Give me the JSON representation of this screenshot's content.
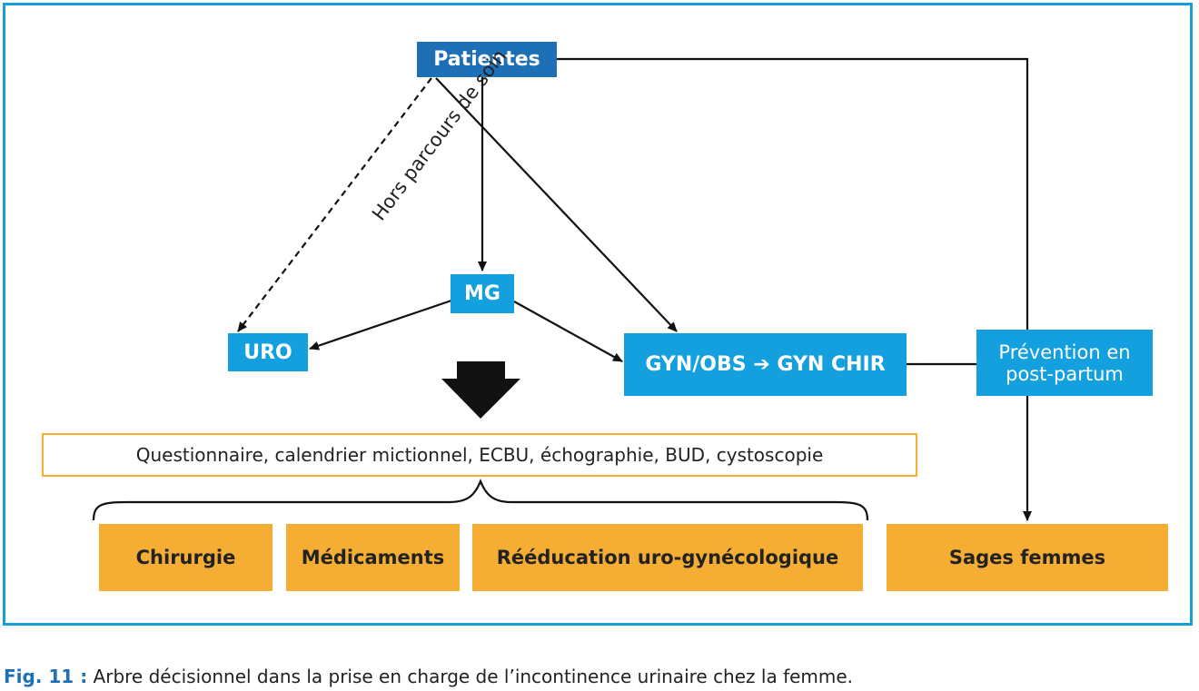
{
  "nodes": {
    "patientes": "Patientes",
    "mg": "MG",
    "uro": "URO",
    "gyn": "GYN/OBS ➔ GYN CHIR",
    "prevention": [
      "Prévention en",
      "post-partum"
    ]
  },
  "edge_label": "Hors parcours de soin",
  "exams": "Questionnaire, calendrier mictionnel, ECBU, échographie, BUD, cystoscopie",
  "treatments": [
    "Chirurgie",
    "Médicaments",
    "Rééducation uro-gynécologique"
  ],
  "sages_femmes": "Sages femmes",
  "caption": {
    "label": "Fig. 11 :",
    "text": " Arbre décisionnel dans la prise en charge de l’incontinence urinaire chez la femme."
  },
  "colors": {
    "frame": "#14a0df",
    "dark_blue": "#1d6fb6",
    "light_blue": "#14a0df",
    "orange": "#f5ae33"
  }
}
